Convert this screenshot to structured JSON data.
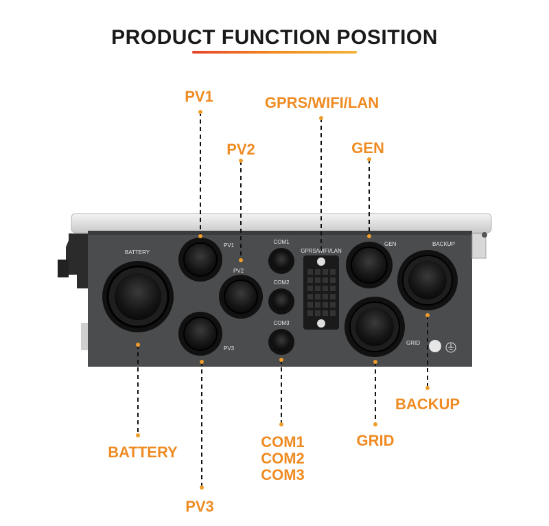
{
  "title": "PRODUCT FUNCTION POSITION",
  "callouts": {
    "pv1": "PV1",
    "pv2": "PV2",
    "gprs": "GPRS/WIFI/LAN",
    "gen": "GEN",
    "battery": "BATTERY",
    "pv3": "PV3",
    "com": [
      "COM1",
      "COM2",
      "COM3"
    ],
    "grid": "GRID",
    "backup": "BACKUP"
  },
  "panel_labels": {
    "battery": "BATTERY",
    "pv1": "PV1",
    "pv2": "PV2",
    "pv3": "PV3",
    "com1": "COM1",
    "com2": "COM2",
    "com3": "COM3",
    "gprs": "GPRS/WIFI/LAN",
    "gen": "GEN",
    "backup": "BACKUP",
    "grid": "GRID"
  },
  "colors": {
    "accent": "#ef8b23",
    "title": "#1a1a1a",
    "panel": "#4a4c4e"
  }
}
